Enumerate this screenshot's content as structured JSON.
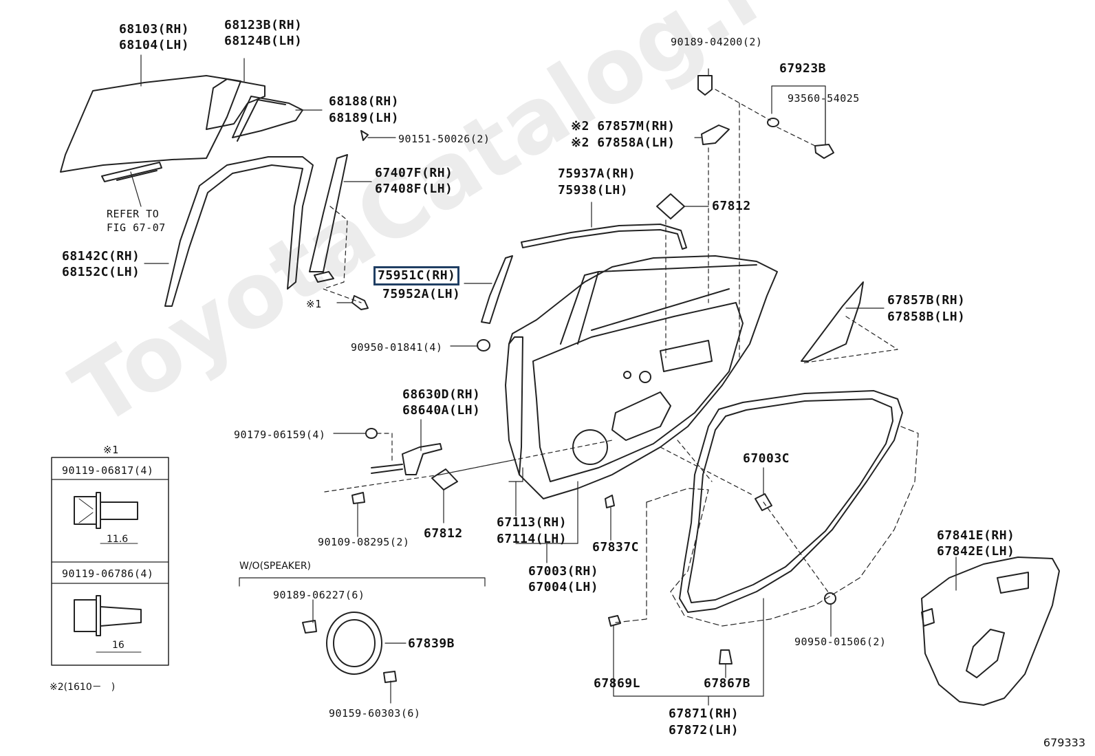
{
  "watermark": "ToyotaCatalog.ru",
  "figure_number": "679333",
  "labels": {
    "l68103": "68103(RH)",
    "l68104": "68104(LH)",
    "l68123": "68123B(RH)",
    "l68124": "68124B(LH)",
    "l68188": "68188(RH)",
    "l68189": "68189(LH)",
    "l90151": "90151-50026(2)",
    "l67407": "67407F(RH)",
    "l67408": "67408F(LH)",
    "refer1": "REFER TO",
    "refer2": "FIG 67-07",
    "l68142": "68142C(RH)",
    "l68152": "68152C(LH)",
    "l75951": "75951C(RH)",
    "l75952": "75952A(LH)",
    "x1": "※1",
    "l90950a": "90950-01841(4)",
    "l90189a": "90189-04200(2)",
    "l67923": "67923B",
    "l93560": "93560-54025",
    "l67857m": "※2 67857M(RH)",
    "l67858a": "※2 67858A(LH)",
    "l75937": "75937A(RH)",
    "l75938": "75938(LH)",
    "l67812a": "67812",
    "l67857b": "67857B(RH)",
    "l67858b": "67858B(LH)",
    "l68630": "68630D(RH)",
    "l68640": "68640A(LH)",
    "l90179": "90179-06159(4)",
    "l67003c": "67003C",
    "l90109": "90109-08295(2)",
    "l67812b": "67812",
    "l67113": "67113(RH)",
    "l67114": "67114(LH)",
    "l67837": "67837C",
    "l67003": "67003(RH)",
    "l67004": "67004(LH)",
    "l67841": "67841E(RH)",
    "l67842": "67842E(LH)",
    "wo_speaker": "W/O(SPEAKER)",
    "l90189b": "90189-06227(6)",
    "l67839": "67839B",
    "l90159": "90159-60303(6)",
    "l90950b": "90950-01506(2)",
    "l67869": "67869L",
    "l67867": "67867B",
    "l67871": "67871(RH)",
    "l67872": "67872(LH)"
  },
  "inset": {
    "title": "※1",
    "bolt1": "90119-06817(4)",
    "dim1": "11.6",
    "bolt2": "90119-06786(4)",
    "dim2": "16",
    "note": "※2(1610－　)"
  },
  "colors": {
    "line": "#222222",
    "highlight": "#1f3e63",
    "watermark": "#ececec"
  }
}
